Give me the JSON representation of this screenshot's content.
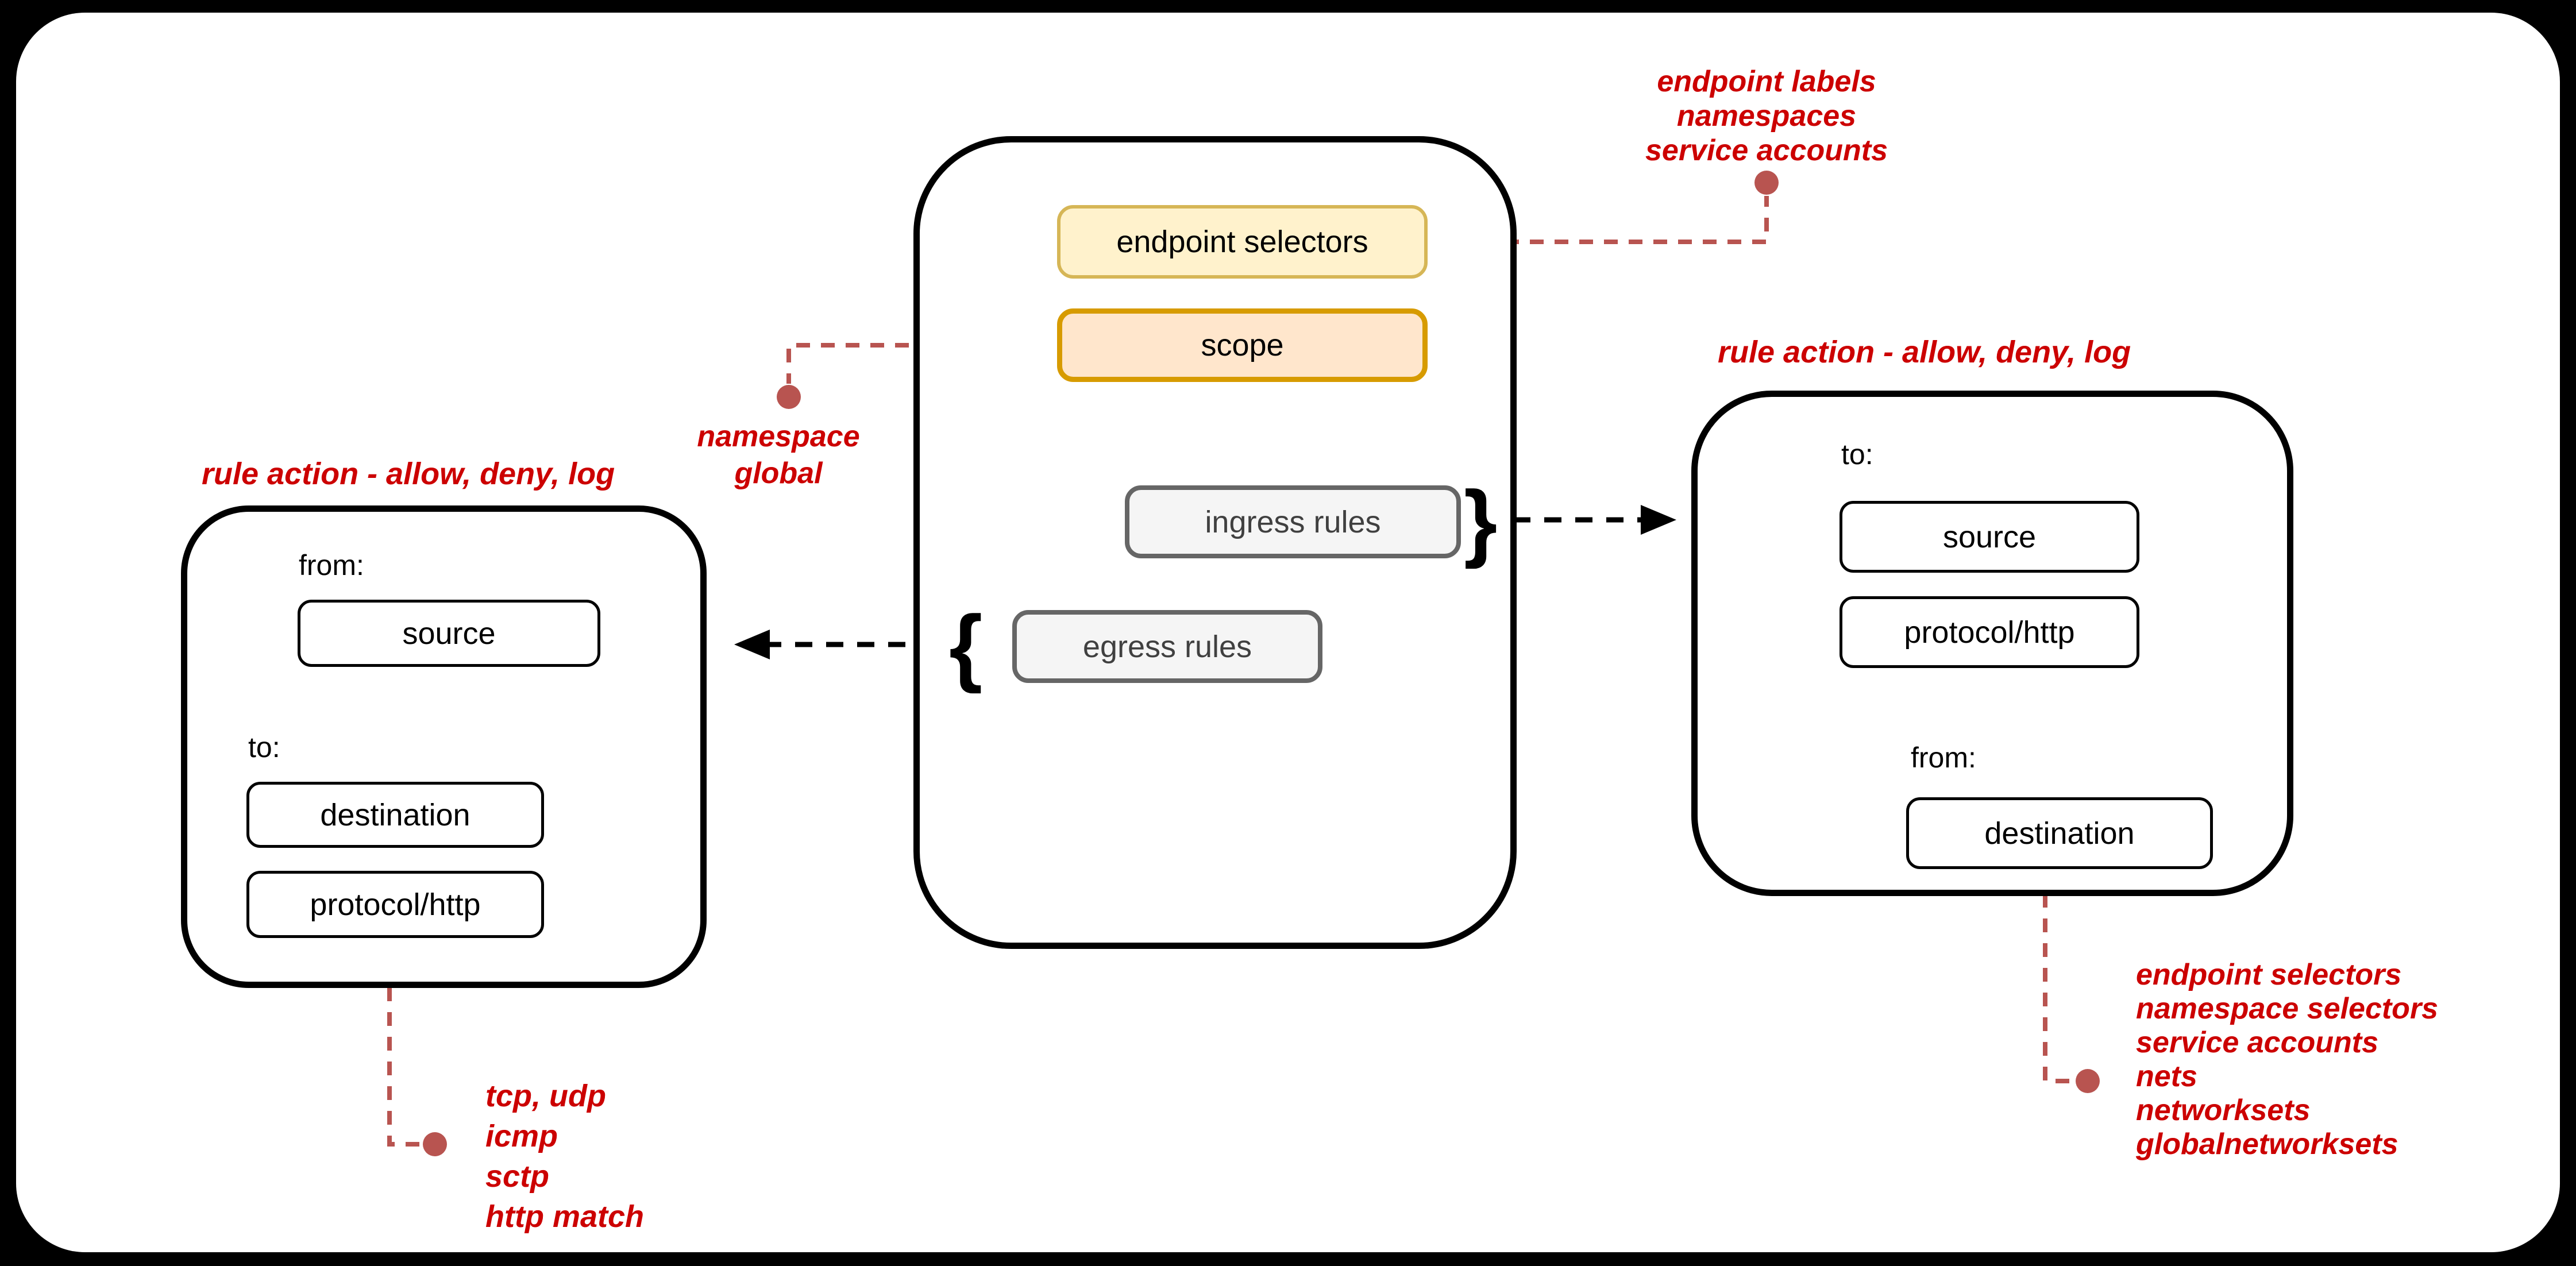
{
  "colors": {
    "page_frame": "#000000",
    "surface": "#ffffff",
    "annotation_text_red": "#cc0000",
    "connector_red": "#b85450",
    "endpoint_selectors_fill": "#fff2cc",
    "endpoint_selectors_border": "#d6b656",
    "scope_fill": "#ffe6cc",
    "scope_border": "#d79b00",
    "rules_fill": "#f5f5f5",
    "rules_border": "#666666",
    "line_black": "#000000"
  },
  "policy": {
    "endpoint_selectors_label": "endpoint selectors",
    "scope_label": "scope",
    "ingress_rules_label": "ingress rules",
    "egress_rules_label": "egress rules",
    "ingress_brace": "}",
    "egress_brace": "{"
  },
  "egress_detail": {
    "title": "rule action - allow, deny, log",
    "from_label": "from:",
    "source_label": "source",
    "to_label": "to:",
    "destination_label": "destination",
    "protocol_label": "protocol/http"
  },
  "ingress_detail": {
    "title": "rule action - allow, deny, log",
    "to_label": "to:",
    "source_label": "source",
    "protocol_label": "protocol/http",
    "from_label": "from:",
    "destination_label": "destination"
  },
  "annotations": {
    "endpoint_selector_options": [
      "endpoint labels",
      "namespaces",
      "service accounts"
    ],
    "scope_options": [
      "namespace",
      "global"
    ],
    "protocol_options": [
      "tcp, udp",
      "icmp",
      "sctp",
      "http match"
    ],
    "destination_options": [
      "endpoint selectors",
      "namespace selectors",
      "service accounts",
      "nets",
      "networksets",
      "globalnetworksets"
    ]
  }
}
